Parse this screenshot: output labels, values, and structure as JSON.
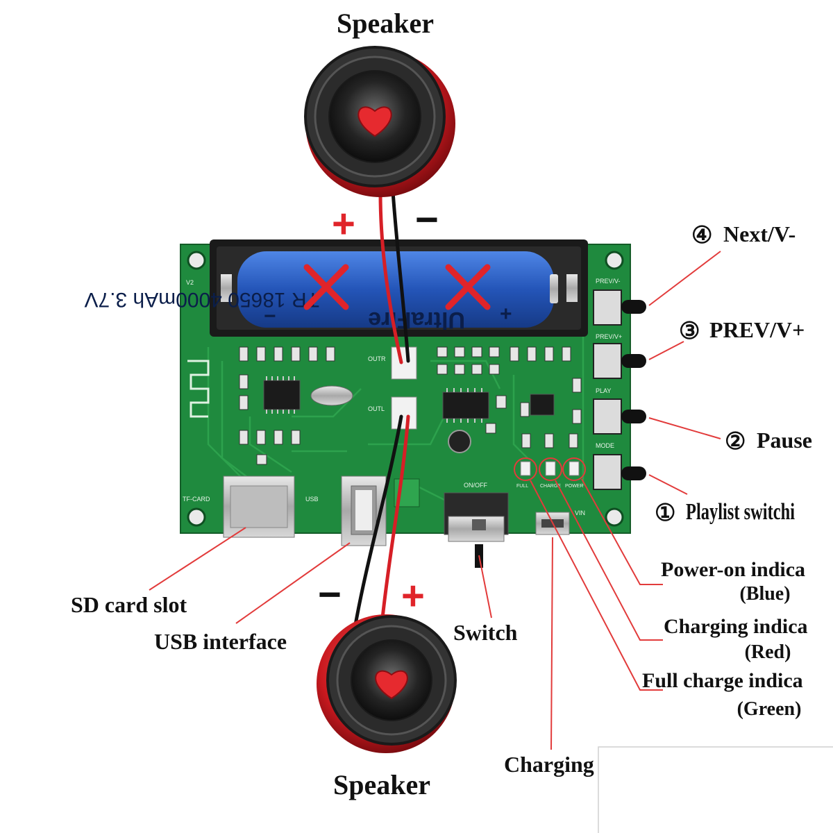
{
  "labels": {
    "speaker_top": "Speaker",
    "speaker_bottom": "Speaker",
    "sd_card_slot": "SD card slot",
    "usb_interface": "USB interface",
    "switch": "Switch",
    "charging": "Charging",
    "next": {
      "num": "④",
      "text": "Next/V-"
    },
    "prev": {
      "num": "③",
      "text": "PREV/V+"
    },
    "pause": {
      "num": "②",
      "text": "Pause"
    },
    "playlist": {
      "num": "①",
      "text": "Playlist switchi"
    },
    "power_on_indicator": {
      "text": "Power-on indica",
      "color_name": "(Blue)",
      "color": "#1a2f8c"
    },
    "charging_indicator": {
      "text": "Charging indica",
      "color_name": "(Red)",
      "color": "#c0282d"
    },
    "full_charge_indicator": {
      "text": "Full charge indica",
      "color_name": "(Green)",
      "color": "#2f9a3c"
    }
  },
  "polarity": {
    "top_plus": "+",
    "top_minus": "−",
    "bottom_plus": "+",
    "bottom_minus": "−"
  },
  "board_silkscreen": {
    "prev_v_minus": "PREV/V-",
    "prev_v_plus": "PREV/V+",
    "play": "PLAY",
    "mode": "MODE",
    "tf_card": "TF-CARD",
    "usb": "USB",
    "on_off": "ON/OFF",
    "vin": "VIN",
    "full": "FULL",
    "charge": "CHARGE",
    "power": "POWER",
    "outr": "OUTR",
    "outl": "OUTL",
    "version": "V2"
  },
  "battery": {
    "printed_text": "TR 18650 4000mAh 3.7V",
    "brand": "UltraFire",
    "plus": "+",
    "minus": "−"
  },
  "colors": {
    "pcb": "#1f8a3e",
    "pcb_dark": "#176e31",
    "battery": "#2f63c8",
    "leader": "#e23b3b",
    "speaker_red": "#d42027",
    "cross": "#e0242a"
  }
}
